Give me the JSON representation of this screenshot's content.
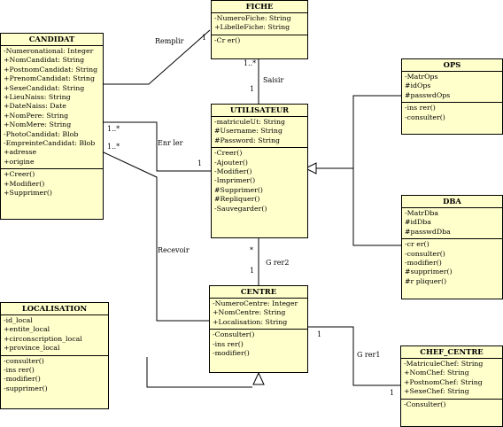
{
  "classes": {
    "fiche": {
      "name": "FICHE",
      "attributes": [
        "-NumeroFiche: String",
        "+LibelleFiche: String"
      ],
      "operations": [
        "-Cr er()"
      ]
    },
    "candidat": {
      "name": "CANDIDAT",
      "attributes": [
        "-Numeronational: Integer",
        "+NomCandidat: String",
        "+PostnomCandidat: String",
        "+PrenomCandidat: String",
        "+SexeCandidat: String",
        "+LieuNaiss: String",
        "+DateNaiss: Date",
        "+NomPere: String",
        "+NomMere: String",
        "-PhotoCandidat: Blob",
        "-EmpreinteCandidat: Blob",
        "+adresse",
        "+origine"
      ],
      "operations": [
        "+Creer()",
        "+Modifier()",
        "+Supprimer()"
      ]
    },
    "utilisateur": {
      "name": "UTILISATEUR",
      "attributes": [
        "-matriculeUt: String",
        "#Username: String",
        "#Password: String"
      ],
      "operations": [
        "-Creer()",
        "-Ajouter()",
        "-Modifier()",
        "-Imprimer()",
        "#Supprimer()",
        "#Repliquer()",
        "-Sauvegarder()"
      ]
    },
    "ops": {
      "name": "OPS",
      "attributes": [
        "-MatrOps",
        "#idOps",
        "#passwdOps"
      ],
      "operations": [
        "-ins rer()",
        "-consulter()"
      ]
    },
    "dba": {
      "name": "DBA",
      "attributes": [
        "-MatrDba",
        "#idDba",
        "#passwdDba"
      ],
      "operations": [
        "-cr er()",
        "-consulter()",
        "-modifier()",
        "#supprimer()",
        "#r pliquer()"
      ]
    },
    "centre": {
      "name": "CENTRE",
      "attributes": [
        "-NumeroCentre: Integer",
        "+NomCentre: String",
        "+Localisation: String"
      ],
      "operations": [
        "-Consulter()",
        "-ins rer()",
        "-modifier()"
      ]
    },
    "localisation": {
      "name": "LOCALISATION",
      "attributes": [
        "-id_local",
        "+entite_local",
        "+circonscription_local",
        "+province_local"
      ],
      "operations": [
        "-consulter()",
        "-ins rer()",
        "-modifier()",
        "-supprimer()"
      ]
    },
    "chef_centre": {
      "name": "CHEF_CENTRE",
      "attributes": [
        "-MatriculeChef: String",
        "+NomChef: String",
        "+PostnomChef: String",
        "+SexeChef: String"
      ],
      "operations": [
        "-Consulter()"
      ]
    }
  },
  "labels": {
    "remplir": "Remplir",
    "saisir": "Saisir",
    "enr_ler": "Enr ler",
    "recevoir": "Recevoir",
    "g_rer1": "G rer1",
    "g_rer2": "G rer2",
    "m_fiche_remplir": "1",
    "m_fiche_saisir": "1..*",
    "m_util_saisir": "1",
    "m_cand_enr": "1..*",
    "m_cand_recevoir": "1..*",
    "m_util_enr": "1",
    "m_util_gerer2": "*",
    "m_centre_gerer2": "1",
    "m_centre_gerer1": "1",
    "m_chef_gerer1": "1"
  }
}
